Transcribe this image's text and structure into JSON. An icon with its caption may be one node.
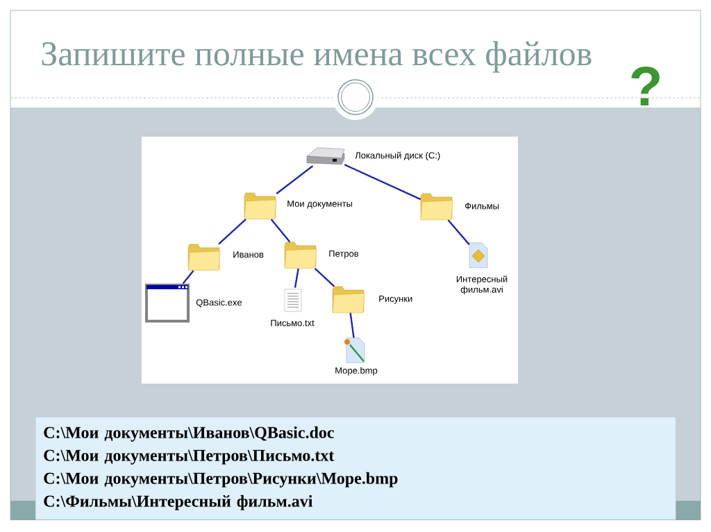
{
  "diagram": {
    "title": "Запишите полные имена всех файлов",
    "nodes": [
      {
        "text": [],
        "shape": "drive",
        "beside": [
          "Локальный диск (C:)"
        ]
      },
      {
        "text": [],
        "shape": "folder",
        "beside": [
          "Мои документы"
        ]
      },
      {
        "text": [],
        "shape": "folder",
        "beside": [
          "Фильмы"
        ]
      },
      {
        "text": [],
        "shape": "folder",
        "beside": [
          "Иванов"
        ]
      },
      {
        "text": [],
        "shape": "folder",
        "beside": [
          "Петров"
        ]
      },
      {
        "text": [],
        "shape": "window",
        "beside": [
          "QBasic.exe"
        ]
      },
      {
        "text": [],
        "shape": "document",
        "beside": [
          "Письмо.txt"
        ]
      },
      {
        "text": [],
        "shape": "folder",
        "beside": [
          "Рисунки"
        ]
      },
      {
        "text": [],
        "shape": "image",
        "beside": [
          "Море.bmp"
        ]
      },
      {
        "text": [],
        "shape": "video",
        "beside": [
          "Интересный фильм.avi"
        ]
      },
      {
        "text": [
          "C:\\Мои документы\\Иванов\\QBasic.doc",
          "C:\\Мои документы\\Петров\\Письмо.txt",
          "C:\\Мои документы\\Петров\\Рисунки\\Море.bmp",
          "C:\\Фильмы\\Интересный фильм.avi"
        ]
      }
    ],
    "edges": [
      {
        "from": 0,
        "to": 1,
        "arrow": "none"
      },
      {
        "from": 0,
        "to": 2,
        "arrow": "none"
      },
      {
        "from": 1,
        "to": 3,
        "arrow": "none"
      },
      {
        "from": 1,
        "to": 4,
        "arrow": "none"
      },
      {
        "from": 3,
        "to": 5,
        "arrow": "none"
      },
      {
        "from": 4,
        "to": 6,
        "arrow": "none"
      },
      {
        "from": 4,
        "to": 7,
        "arrow": "none"
      },
      {
        "from": 7,
        "to": 8,
        "arrow": "none"
      },
      {
        "from": 2,
        "to": 9,
        "arrow": "none"
      }
    ],
    "labels": [
      "?"
    ]
  }
}
